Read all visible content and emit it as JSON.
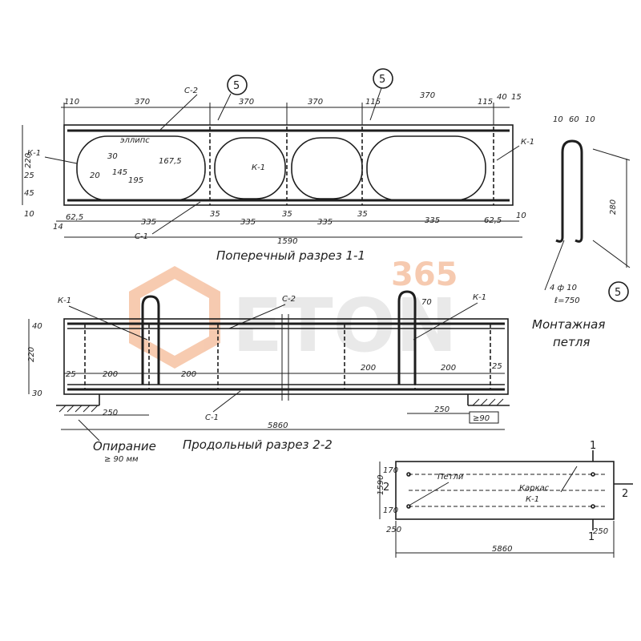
{
  "watermark": {
    "brand": "ETON",
    "number": "365",
    "color": "#f0a070"
  },
  "section_1": {
    "title": "Поперечный разрез 1-1",
    "marker": "5",
    "marker_2": "5",
    "dims_top": [
      "110",
      "370",
      "370",
      "370",
      "115",
      "370",
      "115",
      "40",
      "15"
    ],
    "dims_bottom": [
      "14",
      "62,5",
      "335",
      "35",
      "335",
      "35",
      "335",
      "35",
      "335",
      "62,5",
      "10"
    ],
    "overall_width": "1590",
    "left_dims": [
      "220",
      "25",
      "45",
      "10"
    ],
    "labels": {
      "k1_left": "К-1",
      "k1_right": "К-1",
      "k1_mid": "К-1",
      "c2": "С-2",
      "c1": "С-1",
      "ellipse": "эллипс",
      "d167": "167,5",
      "d195": "195",
      "d30": "30",
      "d20": "20",
      "d145": "145"
    }
  },
  "loop_detail": {
    "title_line1": "Монтажная",
    "title_line2": "петля",
    "top_dims": [
      "10",
      "60",
      "10"
    ],
    "height": "280",
    "spec": "4 ф 10",
    "length": "ℓ=750",
    "marker": "5"
  },
  "section_2": {
    "title": "Продольный разрез 2-2",
    "labels": {
      "k1_left": "К-1",
      "k1_right": "К-1",
      "c2": "С-2",
      "c1": "С-1"
    },
    "dims": [
      "25",
      "200",
      "200",
      "200",
      "200",
      "25"
    ],
    "height": "220",
    "top_dim": "40",
    "bottom_dim": "30",
    "loop_height": "70",
    "support_left": "250",
    "support_right": "250",
    "bearing": "≥90",
    "overall_length": "5860",
    "support_label": "Опирание",
    "support_note": "≥ 90 мм"
  },
  "plan": {
    "cut_label_top": "1",
    "cut_label_bottom": "1",
    "cut_label_right": "2",
    "cut_label_left": "2",
    "loops_label": "Петли",
    "frame_label_1": "Каркас",
    "frame_label_2": "К-1",
    "width": "1590",
    "side_dims": [
      "170",
      "170"
    ],
    "end_left": "250",
    "end_right": "250",
    "length": "5860"
  }
}
